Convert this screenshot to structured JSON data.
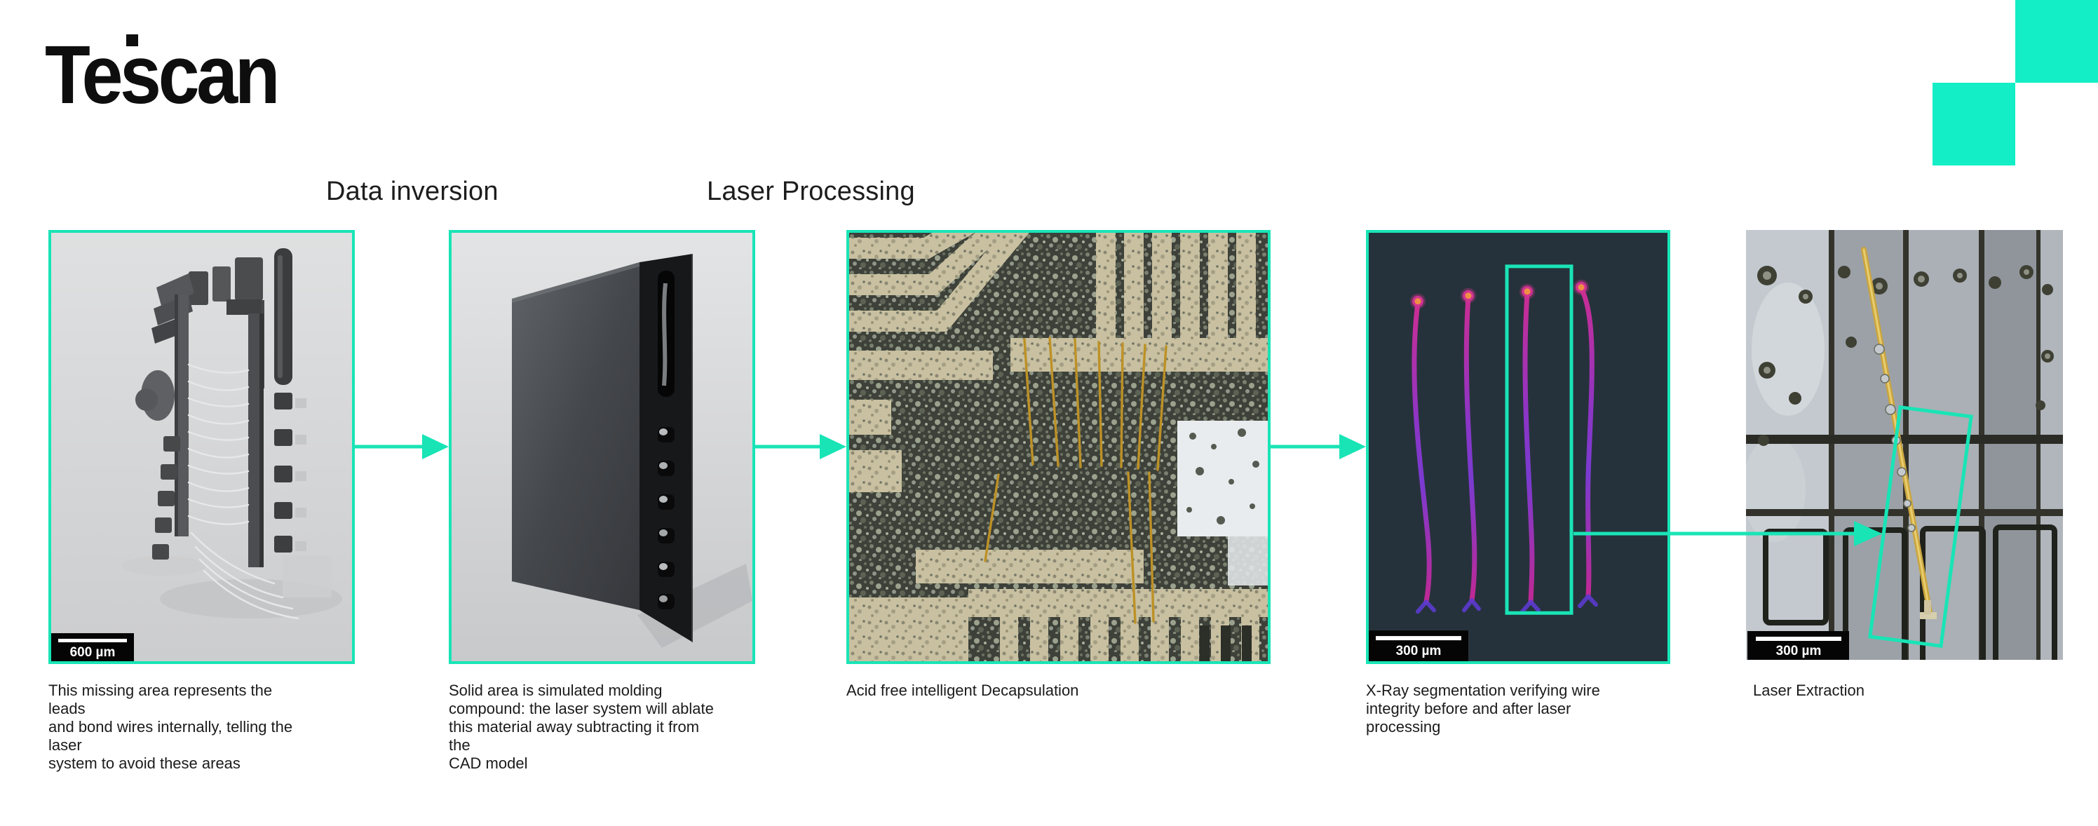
{
  "brand": {
    "logo_text": "Tescan"
  },
  "headings": {
    "data_inversion": "Data inversion",
    "laser_processing": "Laser Processing"
  },
  "steps": [
    {
      "name": "cad-model",
      "caption": "This missing area represents the leads\nand bond wires internally, telling the laser\nsystem to avoid these areas",
      "scale_bar_label": "600 µm"
    },
    {
      "name": "molding-compound-model",
      "caption": "Solid area is simulated molding\ncompound: the laser system will ablate\nthis material away subtracting it from the\nCAD model"
    },
    {
      "name": "decapsulated-device",
      "caption": "Acid free intelligent Decapsulation"
    },
    {
      "name": "xray-segmentation",
      "caption": "X-Ray segmentation verifying wire\nintegrity before and after laser\nprocessing",
      "scale_bar_label": "300 µm"
    },
    {
      "name": "laser-extraction",
      "caption": "Laser Extraction",
      "scale_bar_label": "300 µm"
    }
  ],
  "icons": {
    "flow_arrow": "right-arrow-triangle",
    "detail_link": "right-arrow-triangle"
  },
  "colors": {
    "accent_teal": "#19e4b6",
    "decor_square_teal": "#14eec6",
    "logo_black": "#0e0e0e",
    "caption_text": "#1b1b1b",
    "xray_background": "#26323b",
    "xray_wire_magenta": "#cb2d92",
    "gold_wire": "#b5891f",
    "scalebar_background": "#050505",
    "scalebar_foreground": "#ffffff"
  }
}
